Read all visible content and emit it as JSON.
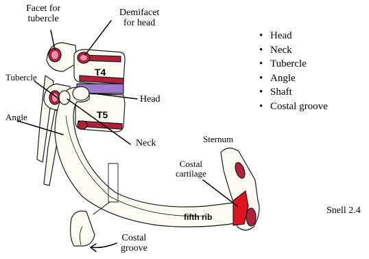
{
  "labels": {
    "facet_for_tubercle": [
      "Facet for",
      "tubercle"
    ],
    "demifacet_for_head": [
      "Demifacet",
      "for head"
    ],
    "t4": "T4",
    "t5": "T5",
    "tubercle": "Tubercle",
    "head": "Head",
    "angle": "Angle",
    "neck": "Neck",
    "sternum": "Sternum",
    "costal_cartilage": [
      "Costal",
      "cartilage"
    ],
    "fifth_rib": "fifth rib",
    "costal_groove": [
      "Costal",
      "groove"
    ],
    "source": "Snell 2.4"
  },
  "bullets": [
    "Head",
    "Neck",
    "Tubercle",
    "Angle",
    "Shaft",
    "Costal groove"
  ],
  "colors": {
    "bone_fill": "#fbfbf4",
    "bone_stroke": "#1a1a1a",
    "facet_red": "#b4203a",
    "facet_pink": "#e392ad",
    "cartilage_red": "#e0141e",
    "disc_purple": "#a079d0"
  }
}
